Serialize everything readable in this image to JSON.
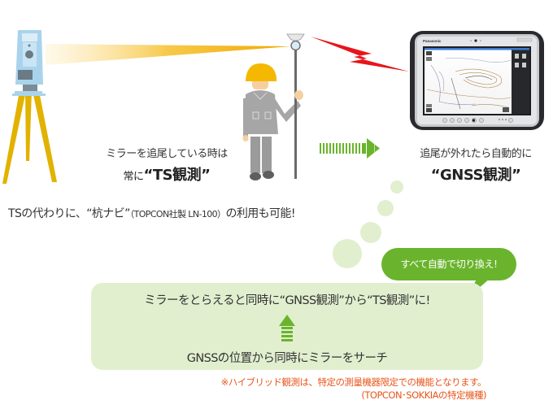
{
  "left_caption": {
    "line1": "ミラーを追尾している時は",
    "line2_prefix": "常に",
    "line2_emphasis": "“TS観測”"
  },
  "right_caption": {
    "line1": "追尾が外れたら自動的に",
    "line2_emphasis": "“GNSS観測”"
  },
  "ts_note": {
    "before": "TSの代わりに、“杭ナビ”",
    "paren": "（TOPCON社製 LN-100）",
    "after": "の利用も可能!"
  },
  "tablet": {
    "brand": "Panasonic"
  },
  "speech_bubble": {
    "text": "すべて自動で切り換え!"
  },
  "green_box": {
    "line1": "ミラーをとらえると同時に“GNSS観測”から“TS観測”に!",
    "line2": "GNSSの位置から同時にミラーをサーチ"
  },
  "footnote": {
    "line1": "※ハイブリッド観測は、特定の測量機器限定での機能となります。",
    "line2": "(TOPCON･SOKKIAの特定機種)"
  },
  "colors": {
    "beam": "#f2b400",
    "signal": "#e8141b",
    "green_accent": "#6ab42d",
    "green_light": "#e1efcf",
    "footnote": "#e8561b",
    "instrument_body": "#a9d3ec",
    "tripod": "#e6b400",
    "helmet": "#f5b800"
  }
}
